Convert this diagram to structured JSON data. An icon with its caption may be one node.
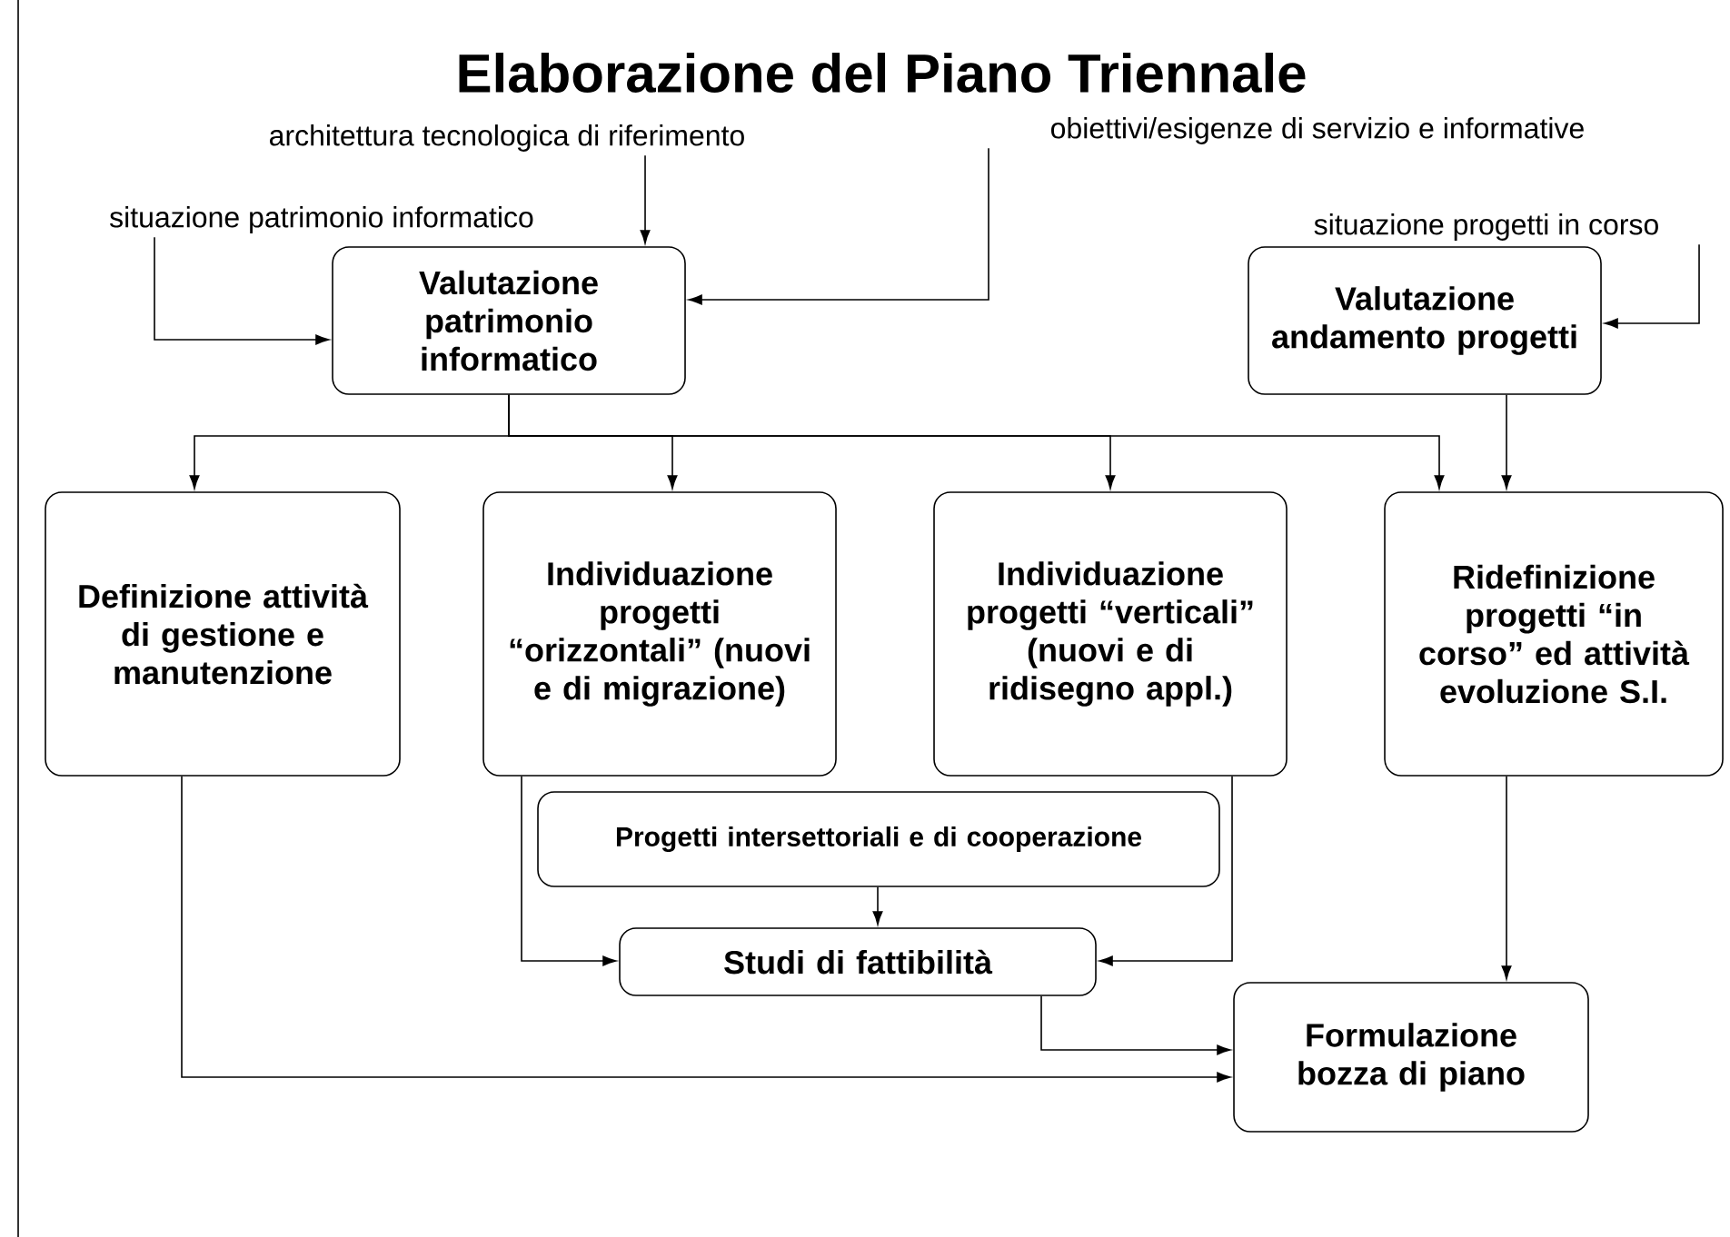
{
  "diagram": {
    "title": "Elaborazione del Piano Triennale",
    "nodes": [
      {
        "text": [
          "Valutazione patrimonio informatico"
        ]
      },
      {
        "text": [
          "Valutazione andamento progetti"
        ]
      },
      {
        "text": [
          "Definizione attività di gestione e manutenzione"
        ]
      },
      {
        "text": [
          "Individuazione progetti “orizzontali” (nuovi e di migrazione)"
        ]
      },
      {
        "text": [
          "Individuazione progetti “verticali” (nuovi e di ridisegno appl.)"
        ]
      },
      {
        "text": [
          "Ridefinizione progetti “in corso” ed attività evoluzione S.I."
        ]
      },
      {
        "text": [
          "Progetti intersettoriali e di cooperazione"
        ]
      },
      {
        "text": [
          "Studi di fattibilità"
        ]
      },
      {
        "text": [
          "Formulazione bozza di piano"
        ]
      },
      {
        "text": [
          "architettura tecnologica di riferimento"
        ]
      },
      {
        "text": [
          "obiettivi/esigenze di servizio e informative"
        ]
      },
      {
        "text": [
          "situazione patrimonio informatico"
        ]
      },
      {
        "text": [
          "situazione progetti in corso"
        ]
      }
    ],
    "edges": [
      {
        "from": 9,
        "to": 0,
        "arrow": "to"
      },
      {
        "from": 10,
        "to": 0,
        "arrow": "to"
      },
      {
        "from": 11,
        "to": 0,
        "arrow": "to"
      },
      {
        "from": 12,
        "to": 1,
        "arrow": "to"
      },
      {
        "from": 0,
        "to": 2,
        "arrow": "to"
      },
      {
        "from": 0,
        "to": 3,
        "arrow": "to"
      },
      {
        "from": 0,
        "to": 4,
        "arrow": "to"
      },
      {
        "from": 0,
        "to": 5,
        "arrow": "to"
      },
      {
        "from": 1,
        "to": 5,
        "arrow": "to"
      },
      {
        "from": 6,
        "to": 7,
        "arrow": "to"
      },
      {
        "from": 3,
        "to": 7,
        "arrow": "to"
      },
      {
        "from": 4,
        "to": 7,
        "arrow": "to"
      },
      {
        "from": 7,
        "to": 8,
        "arrow": "to"
      },
      {
        "from": 2,
        "to": 8,
        "arrow": "to"
      },
      {
        "from": 5,
        "to": 8,
        "arrow": "to"
      }
    ]
  }
}
